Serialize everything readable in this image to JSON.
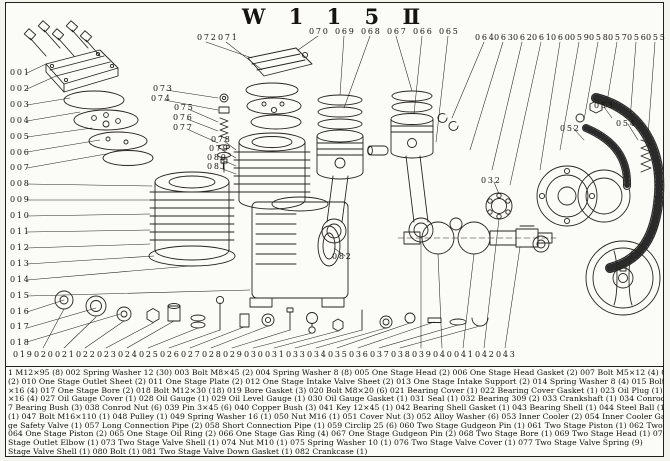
{
  "title": "W 1 1 5 Ⅱ",
  "diagram": {
    "callouts": {
      "left_column": [
        "001",
        "002",
        "003",
        "004",
        "005",
        "006",
        "007",
        "008",
        "009",
        "010",
        "011",
        "012",
        "013",
        "014",
        "015",
        "016",
        "017",
        "018"
      ],
      "bottom_row": [
        "019",
        "020",
        "021",
        "022",
        "023",
        "024",
        "025",
        "026",
        "027",
        "028",
        "029",
        "030",
        "031",
        "033",
        "034",
        "035",
        "036",
        "037",
        "038",
        "039",
        "040",
        "041",
        "042",
        "043"
      ],
      "top_group_a": [
        "072",
        "071"
      ],
      "top_group_b": [
        "070",
        "069",
        "068",
        "067",
        "066",
        "065"
      ],
      "top_group_c": [
        "064",
        "063",
        "062",
        "061",
        "060",
        "059",
        "058",
        "057",
        "056",
        "055"
      ],
      "floating": [
        "073",
        "074",
        "075",
        "076",
        "077",
        "078",
        "079",
        "080",
        "081",
        "082",
        "032",
        "052",
        "053",
        "054"
      ]
    }
  },
  "parts_list": {
    "lines": [
      "1 M12×95 (8) 002 Spring Washer 12 (30) 003 Bolt M8×45 (2) 004 Spring Washer 8 (8) 005 One Stage Head (2) 006 One Stage Head Gasket (2) 007 Bolt M5×12 (4) 008 S",
      "(2) 010 One Stage Outlet Sheet (2) 011 One Stage Plate (2) 012 One Stage Intake Valve Sheet (2) 013 One Stage Intake Support (2) 014 Spring Washer 8 (4) 015 Bolt M4×",
      "×16 (4) 017 One Stage Bore (2) 018 Bolt M12×30 (18) 019 Bore Gasket (3) 020 Bolt M8×20 (6) 021 Bearing Cover (1) 022 Bearing Cover Gasket (1) 023 Oil Plug (1) 024 Oil Plug (",
      "×16 (4) 027 Oil Gauge Cover (1) 028 Oil Gauge (1) 029 Oil Level Gauge (1) 030 Oil Gauge Gasket (1) 031 Seal (1) 032 Bearing 309 (2) 033 Crankshaft (1) 034 Conrod Bol",
      "7 Bearing Bush (3) 038 Conrod Nut (6) 039 Pin 3×45 (6) 040 Copper Bush (3) 041 Key 12×45 (1) 042 Bearing Shell Gasket (1) 043 Bearing Shell (1) 044 Steel Ball (1)",
      "(1) 047 Bolt M16×110 (1) 048 Pulley (1) 049 Spring Washer 16 (1) 050 Nut M16 (1) 051 Cover Nut (3) 052 Alloy Washer (6) 053 Inner Cooler (2) 054 Inner Cooler Gask",
      "ge Safety Valve (1) 057 Long Connection Pipe (2) 058 Short Connection Pipe (1) 059 Circlip 25 (6) 060 Two Stage Gudgeon Pin (1) 061 Two Stage Piston (1) 062 Two Sta",
      "064 One Stage Piston (2) 065 One Stage Oil Ring (2) 066 One Stage Gas Ring (4) 067 One Stage Gudgeon Pin (2) 068 Two Stage Bore (1) 069 Two Stage Head (1) 070 Bo",
      "Stage Outlet Elbow (1) 073 Two Stage Valve Shell (1) 074 Nut M10 (1) 075 Spring Washer 10 (1) 076 Two Stage Valve Cover (1) 077 Two Stage Valve Spring (9)",
      "Stage Valve Shell (1) 080 Bolt (1) 081 Two Stage Valve Down Gasket (1) 082 Crankcase (1)"
    ]
  }
}
